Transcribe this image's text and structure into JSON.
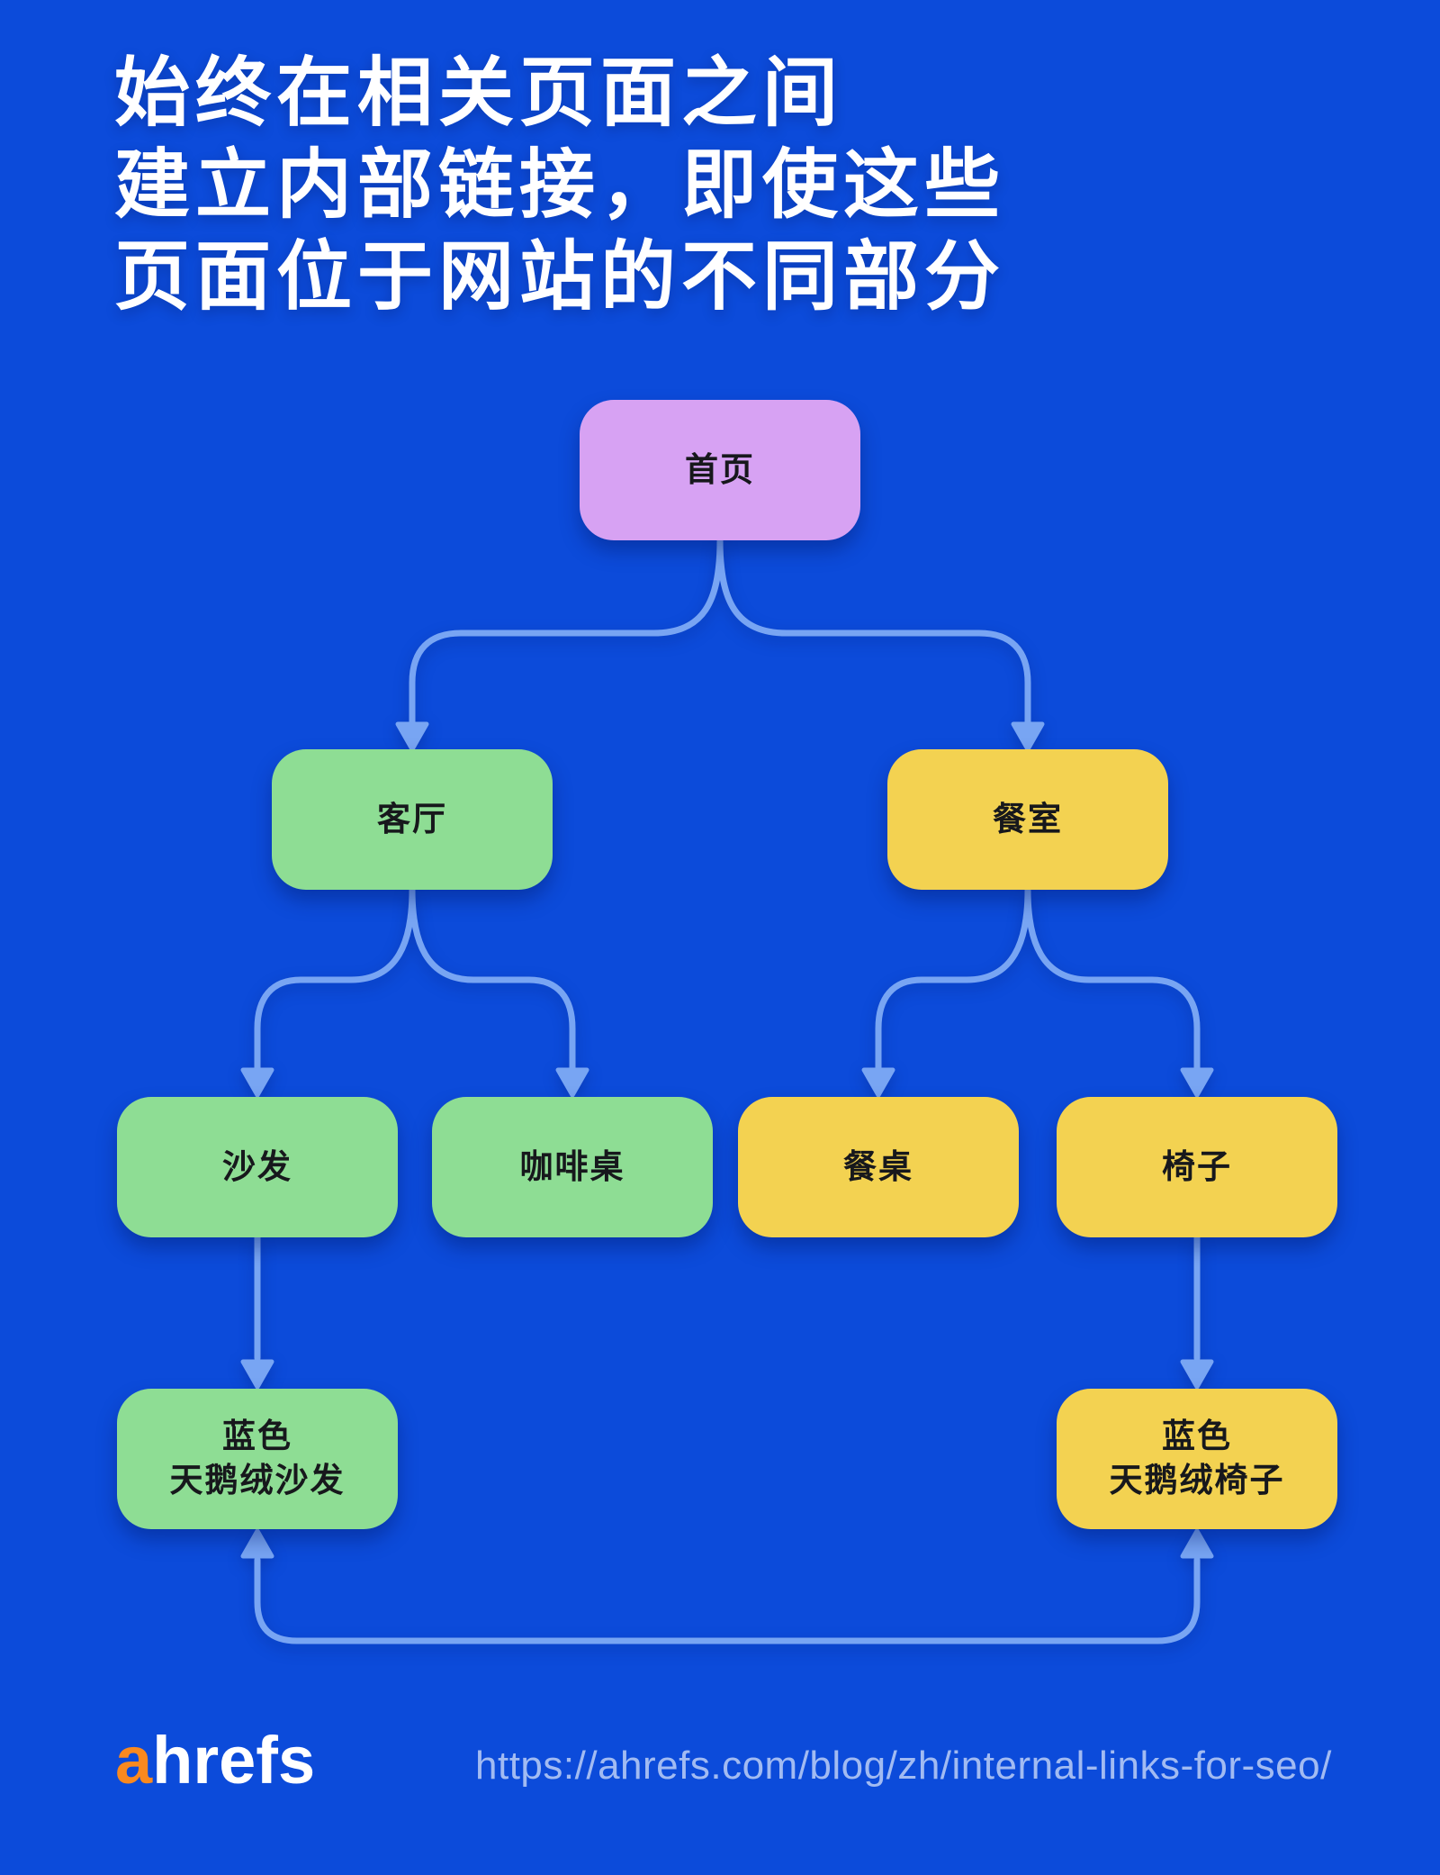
{
  "colors": {
    "bg": "#0C4BDA",
    "purple": "#D7A2F3",
    "green": "#8EDD94",
    "yellow": "#F3D251",
    "arrow": "#78A5F3",
    "node-text": "#17181C",
    "title-text": "#FFFFFF",
    "url-text": "#A2BBF2",
    "logo-orange": "#F9891F",
    "logo-white": "#FFFFFF"
  },
  "title": {
    "lines": [
      "始终在相关页面之间",
      "建立内部链接，即使这些",
      "页面位于网站的不同部分"
    ]
  },
  "diagram": {
    "nodes": [
      {
        "id": "home",
        "label": "首页",
        "color": "purple"
      },
      {
        "id": "living-room",
        "label": "客厅",
        "color": "green"
      },
      {
        "id": "dining-room",
        "label": "餐室",
        "color": "yellow"
      },
      {
        "id": "sofa",
        "label": "沙发",
        "color": "green"
      },
      {
        "id": "coffee-table",
        "label": "咖啡桌",
        "color": "green"
      },
      {
        "id": "dining-table",
        "label": "餐桌",
        "color": "yellow"
      },
      {
        "id": "chairs",
        "label": "椅子",
        "color": "yellow"
      },
      {
        "id": "blue-velvet-sofa",
        "line1": "蓝色",
        "line2": "天鹅绒沙发",
        "color": "green"
      },
      {
        "id": "blue-velvet-chair",
        "line1": "蓝色",
        "line2": "天鹅绒椅子",
        "color": "yellow"
      }
    ],
    "edges": [
      {
        "from": "首页",
        "to": "客厅"
      },
      {
        "from": "首页",
        "to": "餐室"
      },
      {
        "from": "客厅",
        "to": "沙发"
      },
      {
        "from": "客厅",
        "to": "咖啡桌"
      },
      {
        "from": "餐室",
        "to": "餐桌"
      },
      {
        "from": "餐室",
        "to": "椅子"
      },
      {
        "from": "沙发",
        "to": "蓝色 天鹅绒沙发"
      },
      {
        "from": "椅子",
        "to": "蓝色 天鹅绒椅子"
      },
      {
        "from": "蓝色 天鹅绒沙发",
        "to": "蓝色 天鹅绒椅子",
        "bidirectional": true
      }
    ]
  },
  "footer": {
    "logo_a": "a",
    "logo_rest": "hrefs",
    "url": "https://ahrefs.com/blog/zh/internal-links-for-seo/"
  }
}
